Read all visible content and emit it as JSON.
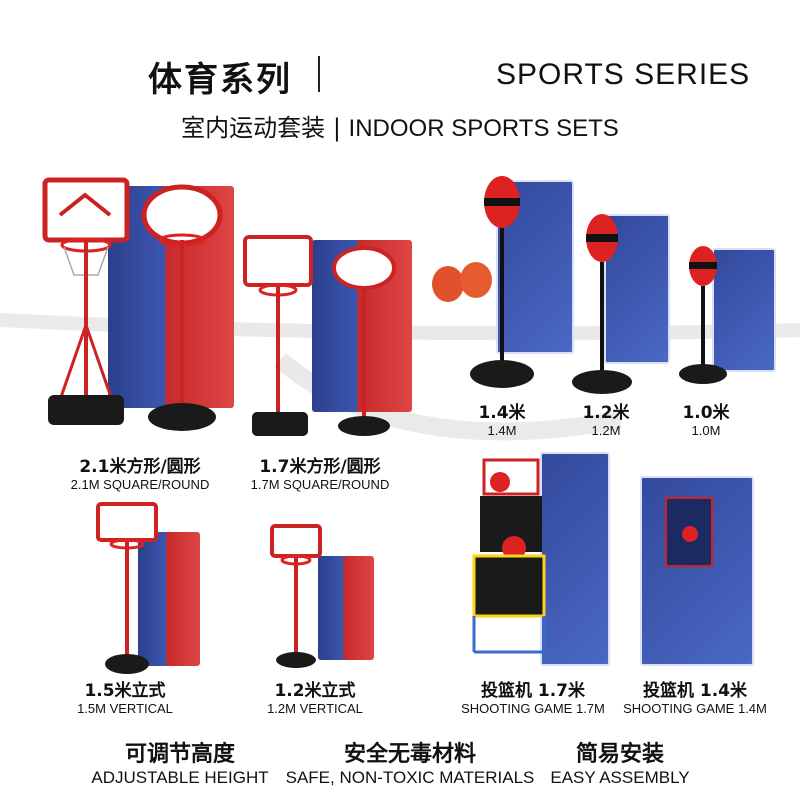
{
  "header": {
    "title_cn": "体育系列",
    "title_en": "SPORTS SERIES",
    "subtitle_cn": "室内运动套装",
    "subtitle_sep": "|",
    "subtitle_en": "INDOOR SPORTS SETS"
  },
  "products": [
    {
      "cn": "2.1米方形/圆形",
      "en": "2.1M SQUARE/ROUND"
    },
    {
      "cn": "1.7米方形/圆形",
      "en": "1.7M SQUARE/ROUND"
    },
    {
      "cn": "1.4米",
      "en": "1.4M"
    },
    {
      "cn": "1.2米",
      "en": "1.2M"
    },
    {
      "cn": "1.0米",
      "en": "1.0M"
    },
    {
      "cn": "1.5米立式",
      "en": "1.5M VERTICAL"
    },
    {
      "cn": "1.2米立式",
      "en": "1.2M VERTICAL"
    },
    {
      "cn": "投篮机 1.7米",
      "en": "SHOOTING GAME 1.7M"
    },
    {
      "cn": "投篮机 1.4米",
      "en": "SHOOTING GAME 1.4M"
    }
  ],
  "features": [
    {
      "cn": "可调节高度",
      "en": "ADJUSTABLE HEIGHT"
    },
    {
      "cn": "安全无毒材料",
      "en": "SAFE, NON-TOXIC MATERIALS"
    },
    {
      "cn": "简易安装",
      "en": "EASY ASSEMBLY"
    }
  ],
  "colors": {
    "red": "#d42a2a",
    "blue": "#34499c",
    "black": "#1a1a1a"
  }
}
